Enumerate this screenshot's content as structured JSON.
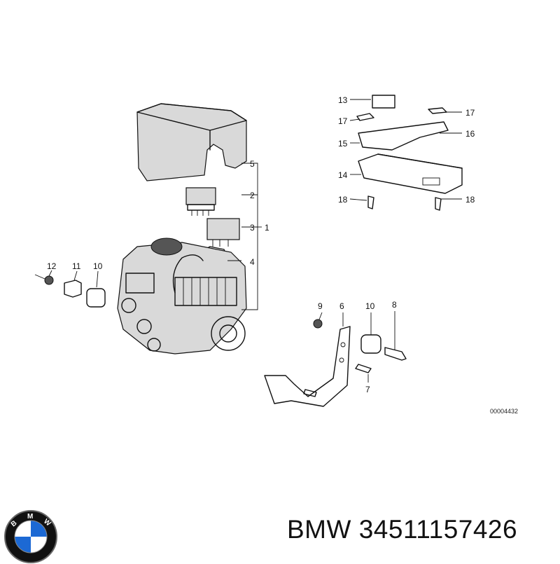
{
  "callouts": {
    "c1": "1",
    "c2": "2",
    "c3": "3",
    "c4": "4",
    "c5": "5",
    "c6": "6",
    "c7": "7",
    "c8": "8",
    "c9": "9",
    "c10a": "10",
    "c10b": "10",
    "c11": "11",
    "c12": "12",
    "c13": "13",
    "c14": "14",
    "c15": "15",
    "c16": "16",
    "c17a": "17",
    "c17b": "17",
    "c18a": "18",
    "c18b": "18"
  },
  "diagram_ref": "00004432",
  "brand": {
    "name": "BMW",
    "part_number": "34511157426"
  },
  "logo": {
    "icon": "bmw-roundel-icon",
    "letters": [
      "B",
      "M",
      "W"
    ],
    "colors": {
      "blue": "#1c69d4",
      "ring": "#111111",
      "white": "#ffffff"
    }
  }
}
